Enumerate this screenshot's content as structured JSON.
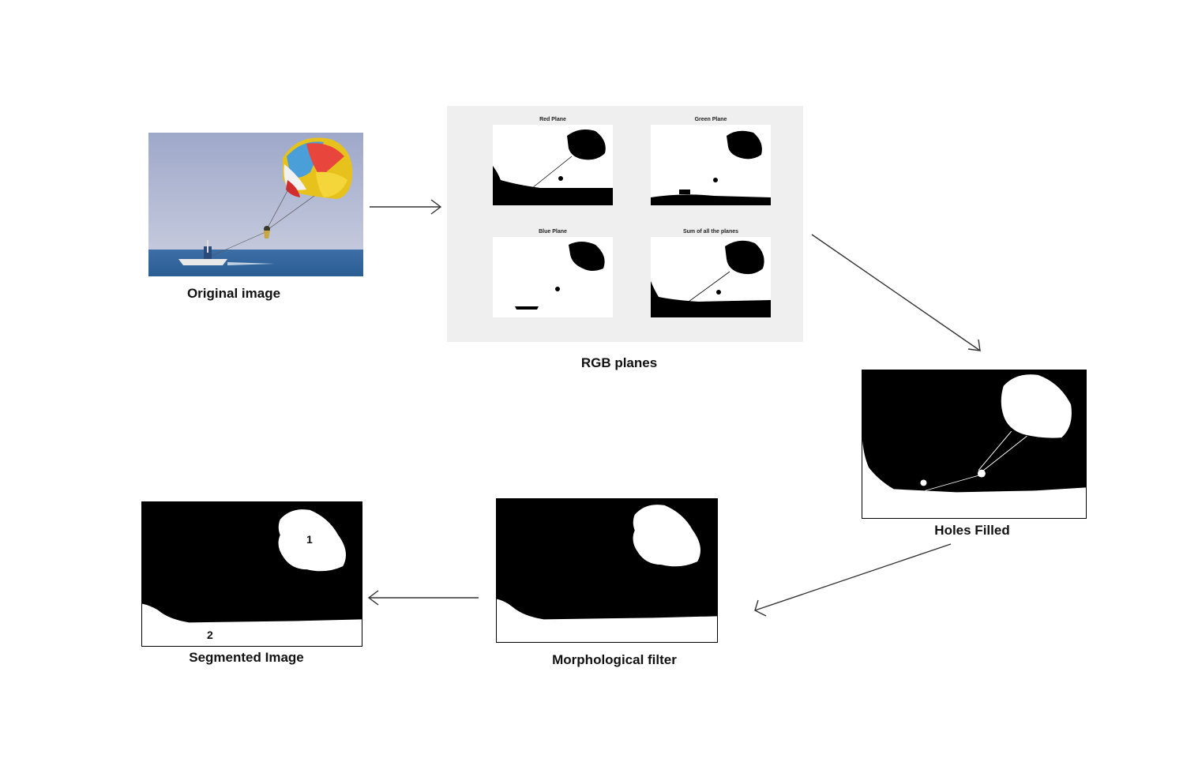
{
  "stages": {
    "original": {
      "caption": "Original image",
      "icon": "photo-parasailing"
    },
    "rgb": {
      "caption": "RGB planes",
      "subplots": [
        {
          "title": "Red Plane"
        },
        {
          "title": "Green Plane"
        },
        {
          "title": "Blue Plane"
        },
        {
          "title": "Sum of all the planes"
        }
      ]
    },
    "holes": {
      "caption": "Holes Filled"
    },
    "morph": {
      "caption": "Morphological filter"
    },
    "segmented": {
      "caption": "Segmented Image",
      "region_labels": [
        "1",
        "2"
      ]
    }
  },
  "colors": {
    "background": "#ffffff",
    "mask_fg": "#000000",
    "mask_bg": "#ffffff",
    "rgb_panel": "#efefef",
    "arrow": "#333333"
  }
}
